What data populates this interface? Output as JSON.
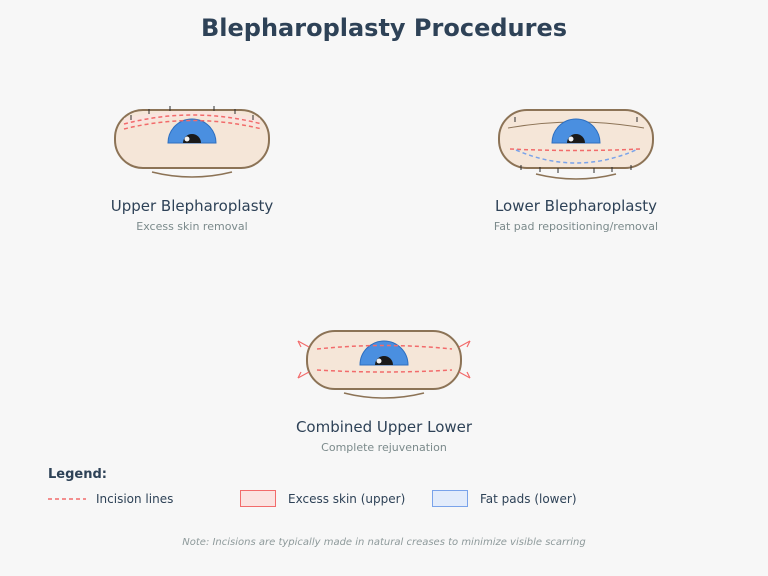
{
  "title": "Blepharoplasty Procedures",
  "procedures": [
    {
      "name": "Upper Blepharoplasty",
      "description": "Excess skin removal"
    },
    {
      "name": "Lower Blepharoplasty",
      "description": "Fat pad repositioning/removal"
    },
    {
      "name": "Combined Upper Lower",
      "description": "Complete rejuvenation"
    }
  ],
  "legend": {
    "title": "Legend:",
    "items": [
      {
        "label": "Incision lines",
        "color": "#f26b6b"
      },
      {
        "label": "Excess skin (upper)",
        "color": "#f26b6b"
      },
      {
        "label": "Fat pads (lower)",
        "color": "#7aa3ea"
      }
    ]
  },
  "note": "Note: Incisions are typically made in natural creases to minimize visible scarring",
  "colors": {
    "skin": "#f5e6d8",
    "outline": "#8c7356",
    "iris": "#4a8fe0",
    "pupil": "#1a1a1a",
    "incision": "#f26b6b",
    "fat": "#7aa3ea"
  }
}
